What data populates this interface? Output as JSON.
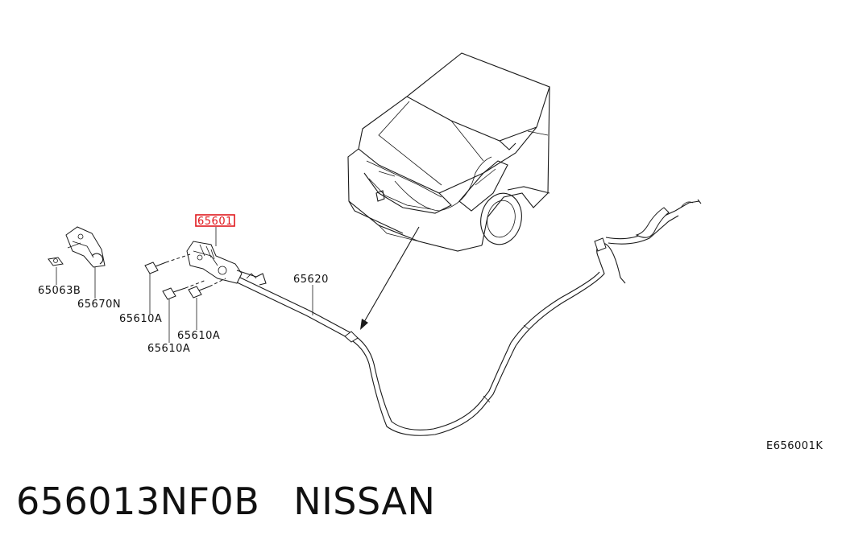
{
  "diagram": {
    "labels": {
      "part_65601": "65601",
      "part_65620": "65620",
      "part_65063B": "65063B",
      "part_65670N": "65670N",
      "part_65610A_left": "65610A",
      "part_65610A_right": "65610A",
      "part_65610A_bottom": "65610A",
      "diagram_code": "E656001K"
    },
    "highlight_color": "#e0191e"
  },
  "caption": {
    "part_number": "656013NF0B",
    "brand": "NISSAN"
  }
}
